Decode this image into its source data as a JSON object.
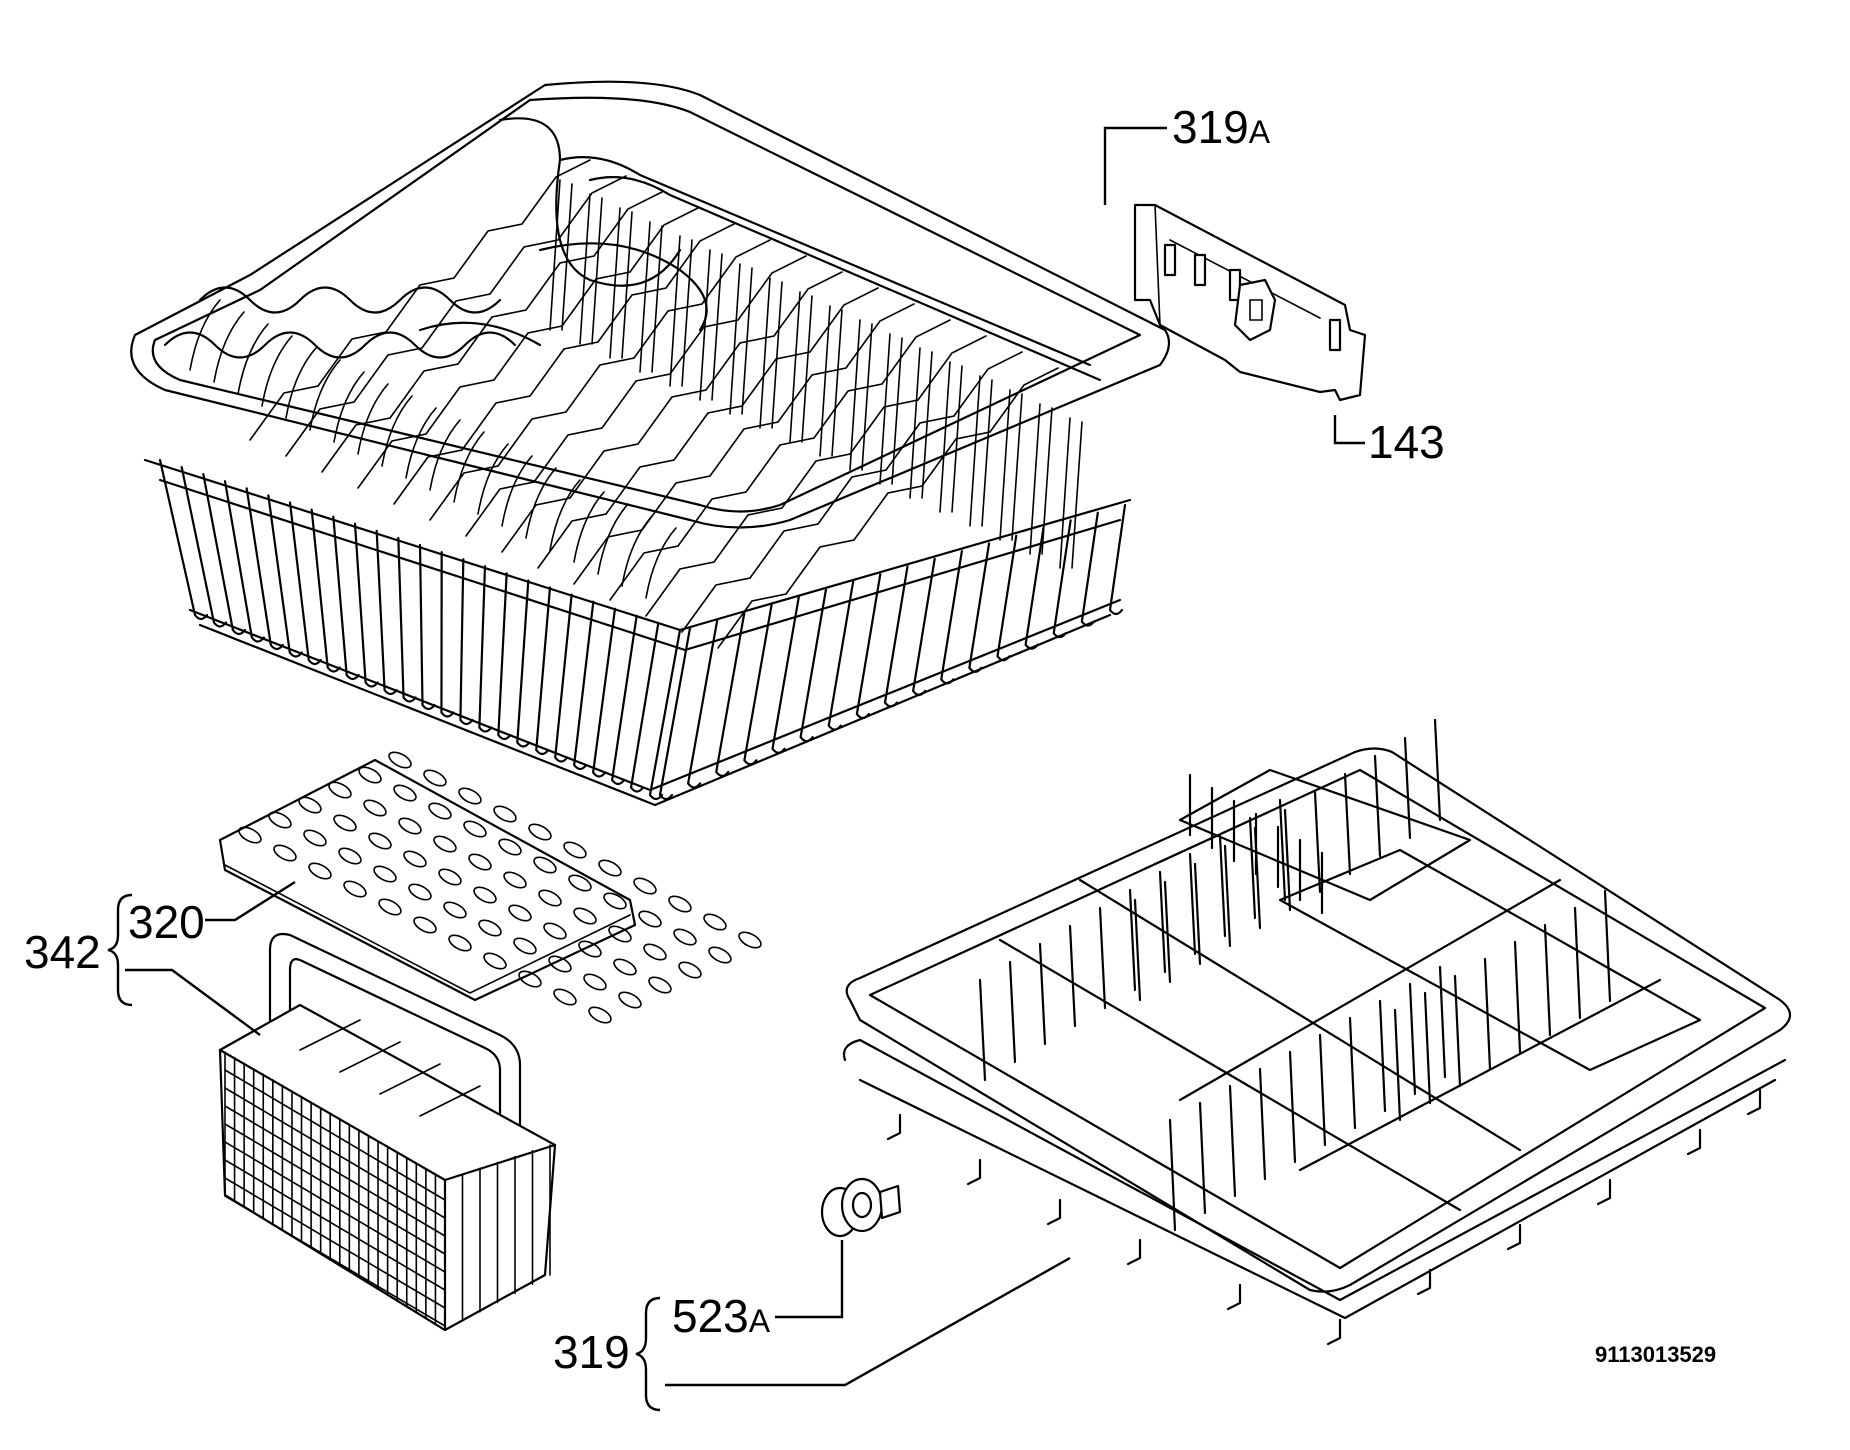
{
  "callouts": {
    "c319A": {
      "num": "319",
      "suffix": "A"
    },
    "c143": "143",
    "c342": "342",
    "c320": "320",
    "c319": "319",
    "c523A": {
      "num": "523",
      "suffix": "A"
    }
  },
  "document_number": "9113013529"
}
